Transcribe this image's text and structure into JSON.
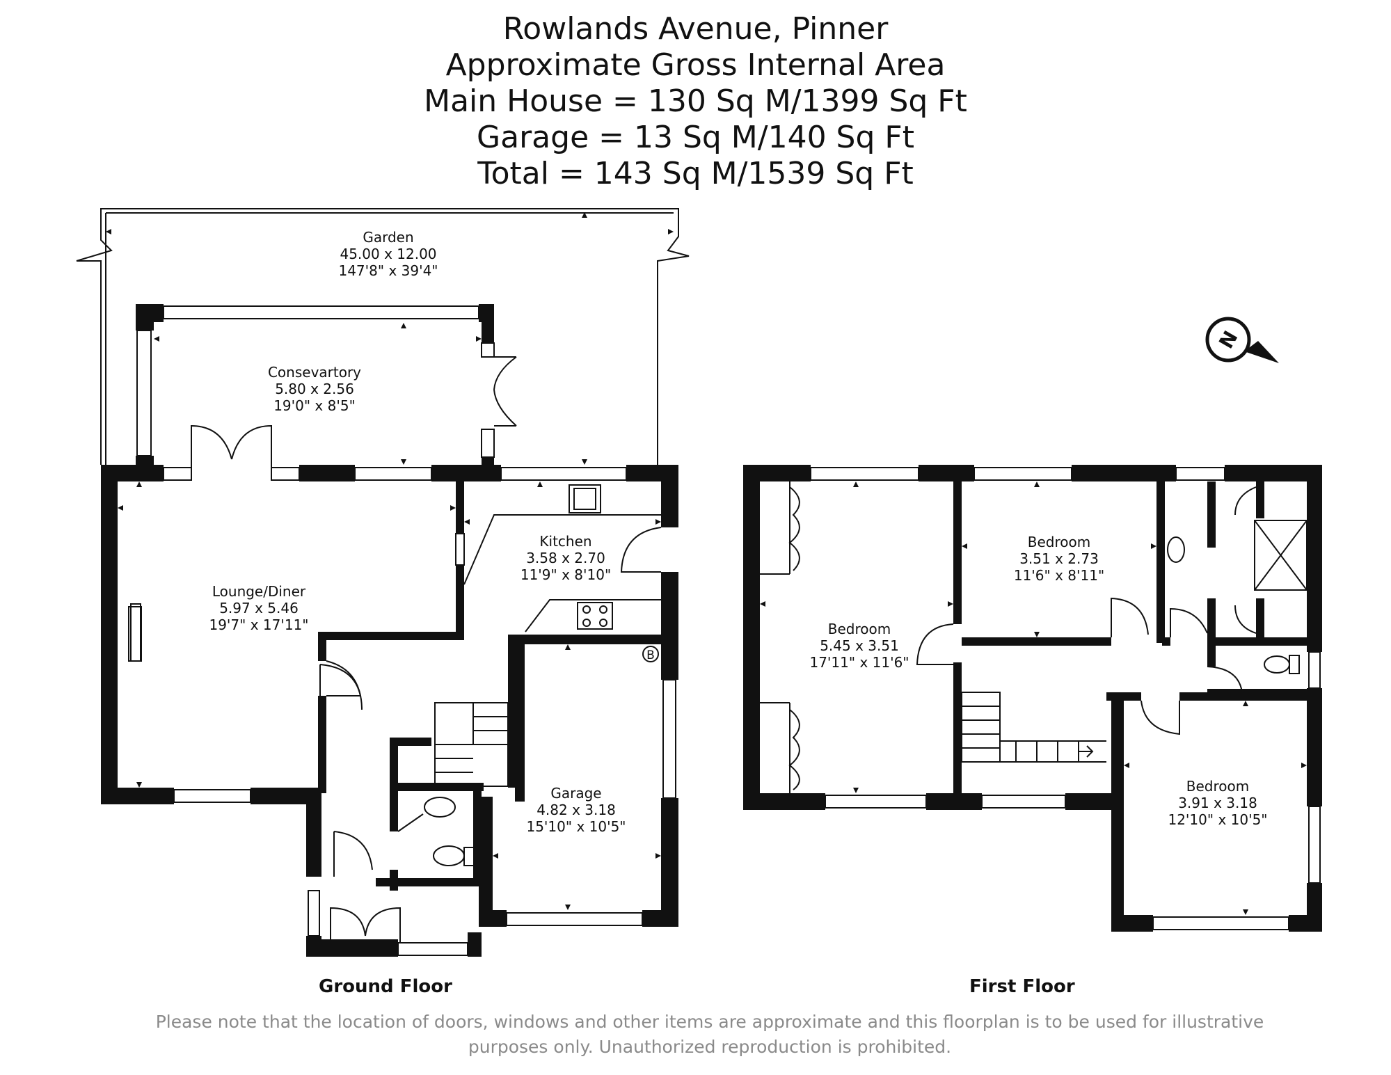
{
  "header": {
    "line1": "Rowlands Avenue, Pinner",
    "line2": "Approximate Gross Internal Area",
    "line3": "Main House = 130 Sq M/1399 Sq Ft",
    "line4": "Garage = 13 Sq M/140 Sq Ft",
    "line5": "Total = 143 Sq M/1539 Sq Ft"
  },
  "ground_floor": {
    "label": "Ground Floor",
    "rooms": {
      "garden": {
        "name": "Garden",
        "metric": "45.00 x 12.00",
        "imperial": "147'8\" x 39'4\""
      },
      "conservatory": {
        "name": "Consevartory",
        "metric": "5.80 x 2.56",
        "imperial": "19'0\" x 8'5\""
      },
      "lounge": {
        "name": "Lounge/Diner",
        "metric": "5.97 x 5.46",
        "imperial": "19'7\" x 17'11\""
      },
      "kitchen": {
        "name": "Kitchen",
        "metric": "3.58 x 2.70",
        "imperial": "11'9\" x 8'10\""
      },
      "garage": {
        "name": "Garage",
        "metric": "4.82 x 3.18",
        "imperial": "15'10\" x 10'5\""
      }
    },
    "boiler_mark": "B"
  },
  "first_floor": {
    "label": "First Floor",
    "rooms": {
      "bedroom1": {
        "name": "Bedroom",
        "metric": "5.45 x 3.51",
        "imperial": "17'11\" x 11'6\""
      },
      "bedroom2": {
        "name": "Bedroom",
        "metric": "3.51 x 2.73",
        "imperial": "11'6\" x 8'11\""
      },
      "bedroom3": {
        "name": "Bedroom",
        "metric": "3.91 x 3.18",
        "imperial": "12'10\" x 10'5\""
      }
    }
  },
  "compass": {
    "letter": "N",
    "icon": "north-compass-icon"
  },
  "disclaimer": {
    "line1": "Please note that the location of doors, windows and other items are approximate and this floorplan is to be used for illustrative",
    "line2": "purposes only. Unauthorized reproduction is prohibited."
  }
}
